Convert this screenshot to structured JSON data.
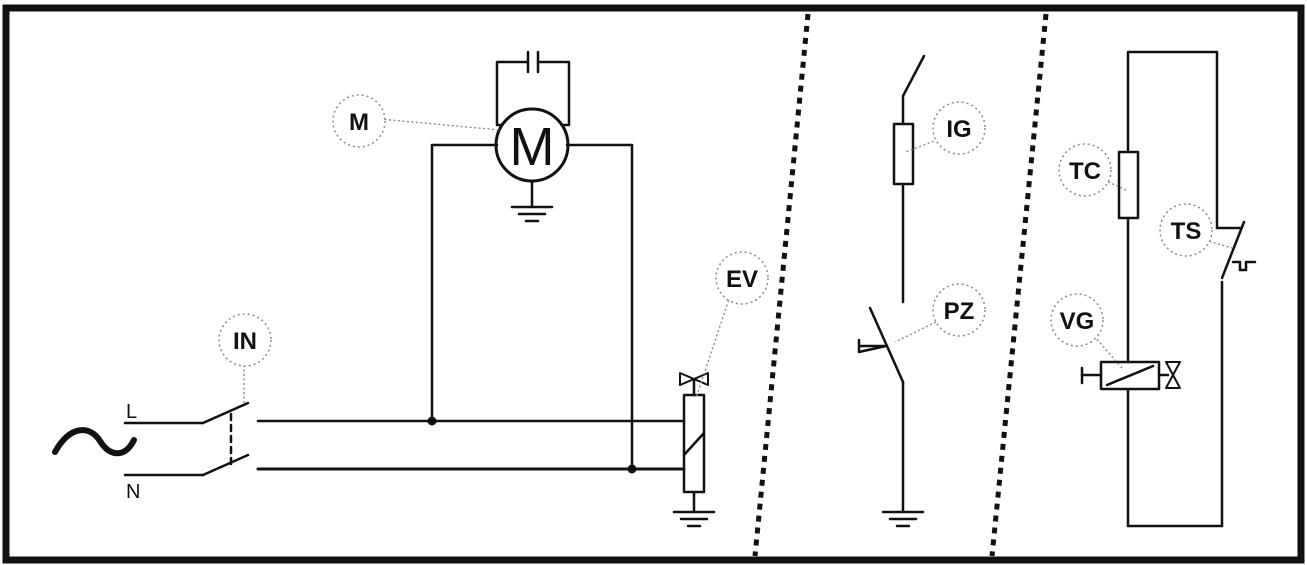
{
  "diagram": {
    "callouts": {
      "motor": "M",
      "main_switch": "IN",
      "solenoid_valve": "EV",
      "ignition": "IG",
      "piezo": "PZ",
      "thermocouple": "TC",
      "safety_thermostat": "TS",
      "gas_valve": "VG"
    },
    "wire_labels": {
      "line": "L",
      "neutral": "N"
    },
    "motor_symbol": "M",
    "supply_symbol": "~"
  },
  "colors": {
    "line": "#111111",
    "callout_border": "#8a8a8a",
    "background": "#ffffff"
  }
}
